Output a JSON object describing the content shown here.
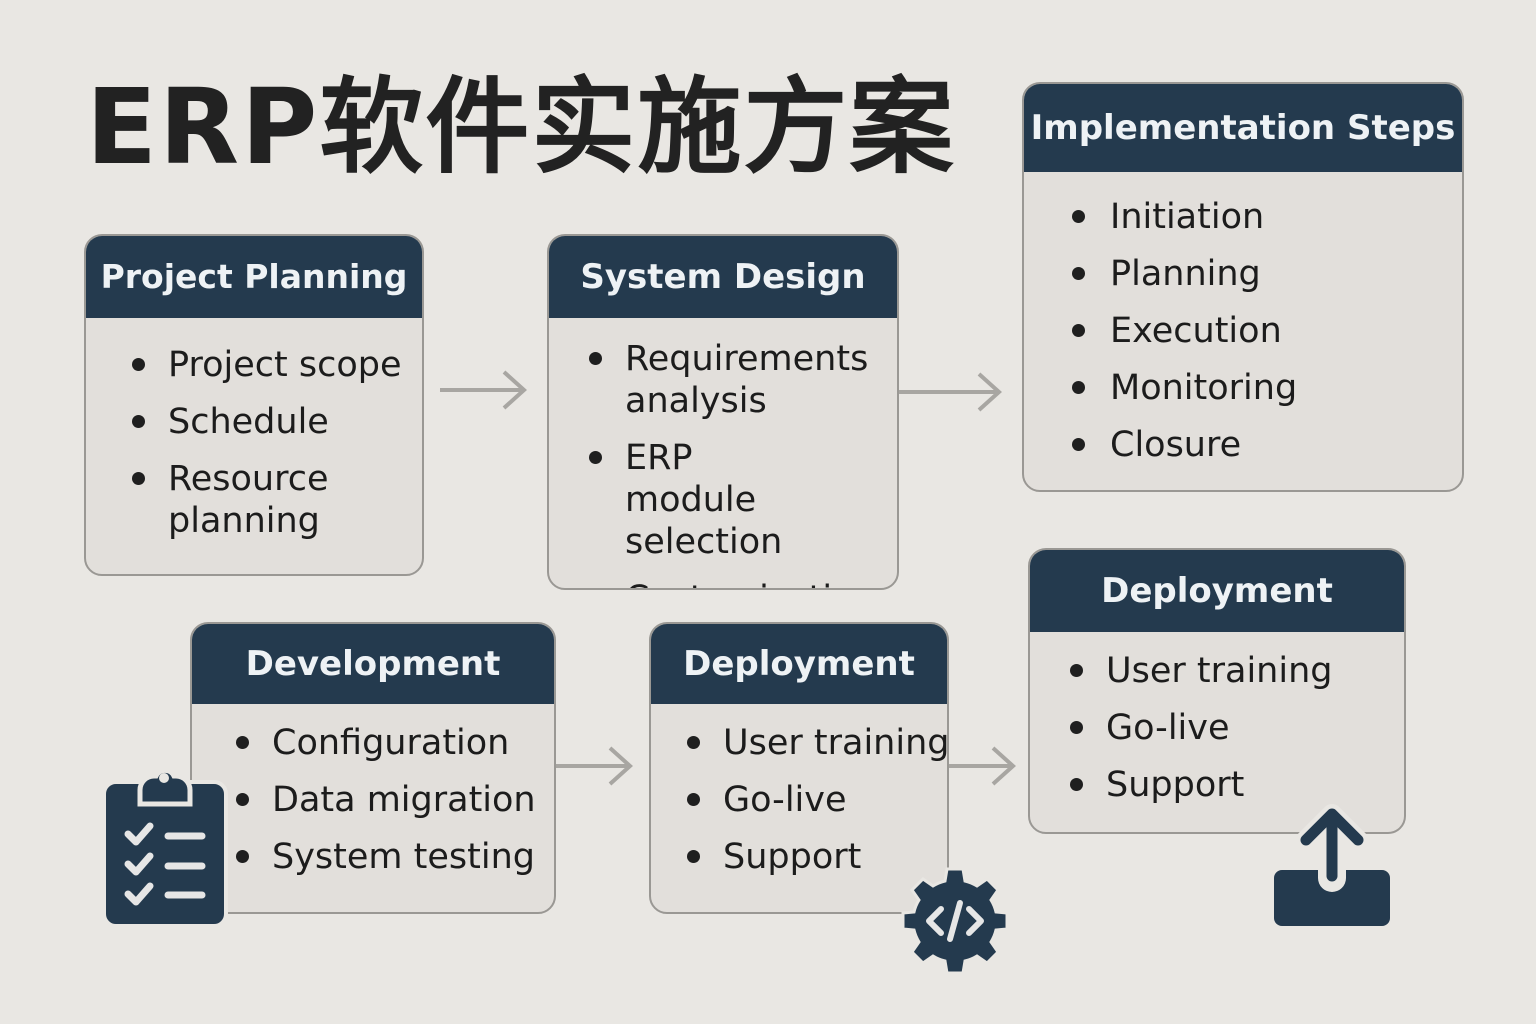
{
  "title": "ERP软件实施方案",
  "colors": {
    "background": "#e9e7e3",
    "header": "#243a4e",
    "card_body": "#e2dfdb",
    "arrow": "#a8a6a2"
  },
  "cards": {
    "project_planning": {
      "title": "Project Planning",
      "items": [
        "Project scope",
        "Schedule",
        "Resource planning"
      ]
    },
    "system_design": {
      "title": "System Design",
      "items": [
        "Requirements analysis",
        "ERP module selection",
        "Customization"
      ]
    },
    "implementation_steps": {
      "title": "Implementation Steps",
      "items": [
        "Initiation",
        "Planning",
        "Execution",
        "Monitoring",
        "Closure"
      ]
    },
    "development": {
      "title": "Development",
      "items": [
        "Configuration",
        "Data migration",
        "System testing"
      ]
    },
    "deployment_1": {
      "title": "Deployment",
      "items": [
        "User training",
        "Go-live",
        "Support"
      ]
    },
    "deployment_2": {
      "title": "Deployment",
      "items": [
        "User training",
        "Go-live",
        "Support"
      ]
    }
  },
  "icons": {
    "clipboard": "clipboard-checklist-icon",
    "gear": "gear-code-icon",
    "upload": "upload-icon"
  }
}
